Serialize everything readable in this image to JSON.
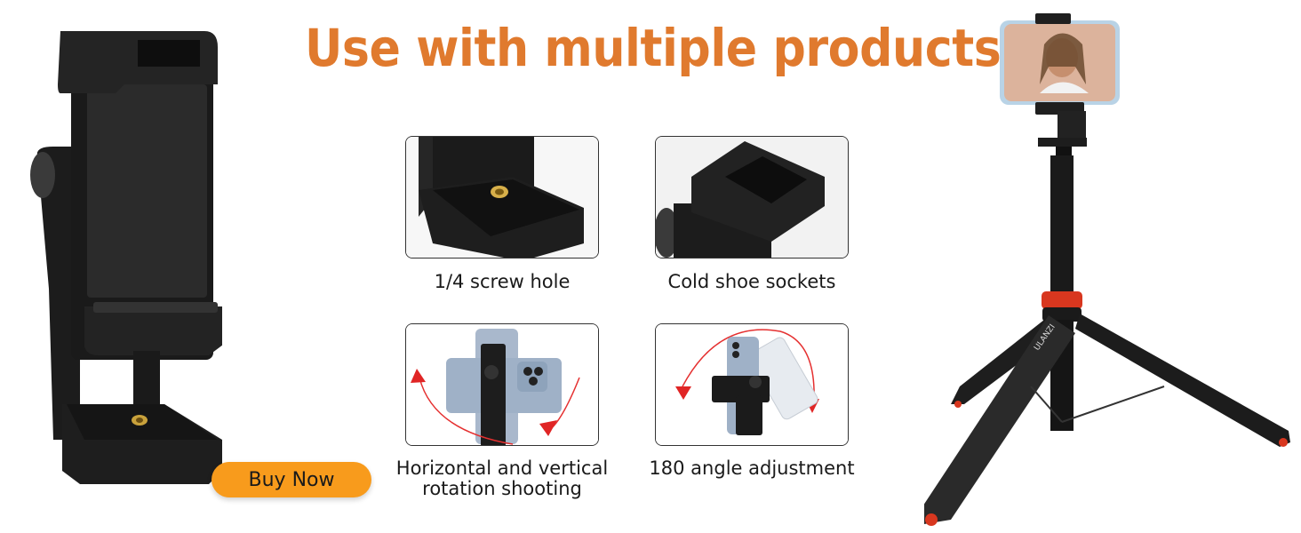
{
  "banner": {
    "title": "Use with multiple products",
    "title_color": "#e07a2e",
    "buy_button": {
      "label": "Buy Now",
      "color": "#f89b1c"
    }
  },
  "features": [
    {
      "caption": "1/4 screw hole",
      "image": "screw-hole-closeup"
    },
    {
      "caption": "Cold shoe sockets",
      "image": "cold-shoe-closeup"
    },
    {
      "caption_lines": [
        "Horizontal and vertical",
        "rotation shooting"
      ],
      "image": "rotation-demo"
    },
    {
      "caption": "180 angle adjustment",
      "image": "angle-adjustment-demo"
    }
  ],
  "product_images": {
    "left": "phone-holder-clamp",
    "right": "selfie-stick-tripod-with-phone"
  },
  "brand_mark": "ULANZI"
}
